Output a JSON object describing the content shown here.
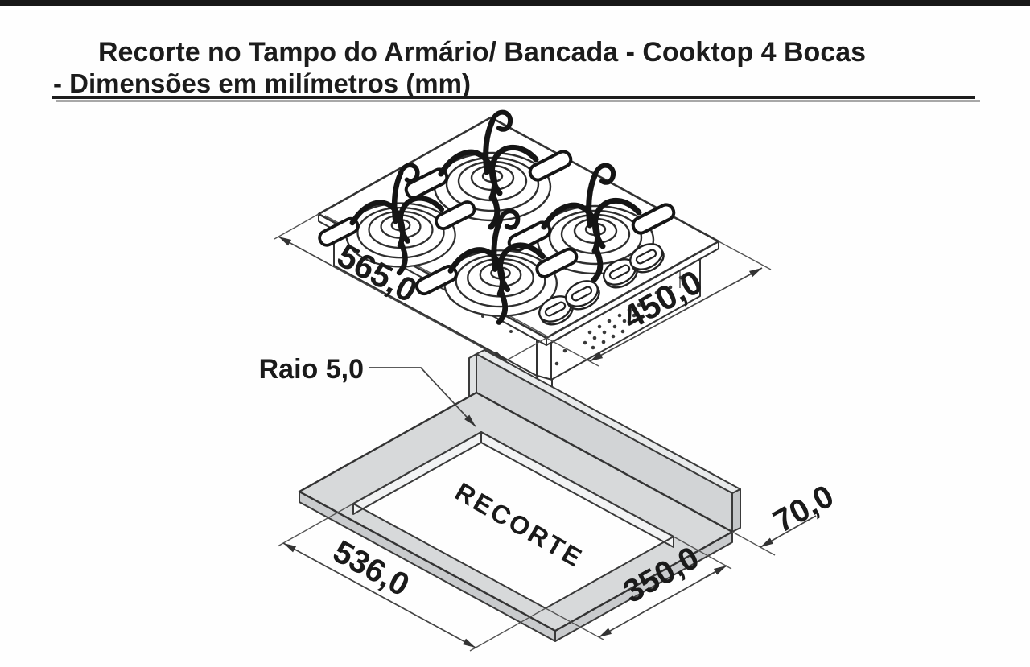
{
  "page": {
    "top_bar_color": "#181818",
    "background": "#ffffff",
    "line_color": "#333333",
    "counter_fill": "#d7d9da"
  },
  "title": {
    "line1": "Recorte no Tampo do Armário/ Bancada - Cooktop 4 Bocas",
    "line2": "- Dimensões em milímetros (mm)"
  },
  "cooktop_view": {
    "description": "isometric-4-burner-cooktop",
    "burner_count": 4,
    "knob_count": 4,
    "width_mm": "565,0",
    "depth_mm": "450,0"
  },
  "cutout_view": {
    "description": "isometric-countertop-with-cutout",
    "cutout_label": "RECORTE",
    "corner_radius": "Raio 5,0",
    "cutout_width_mm": "536,0",
    "cutout_depth_mm": "350,0",
    "back_margin_mm": "70,0"
  }
}
